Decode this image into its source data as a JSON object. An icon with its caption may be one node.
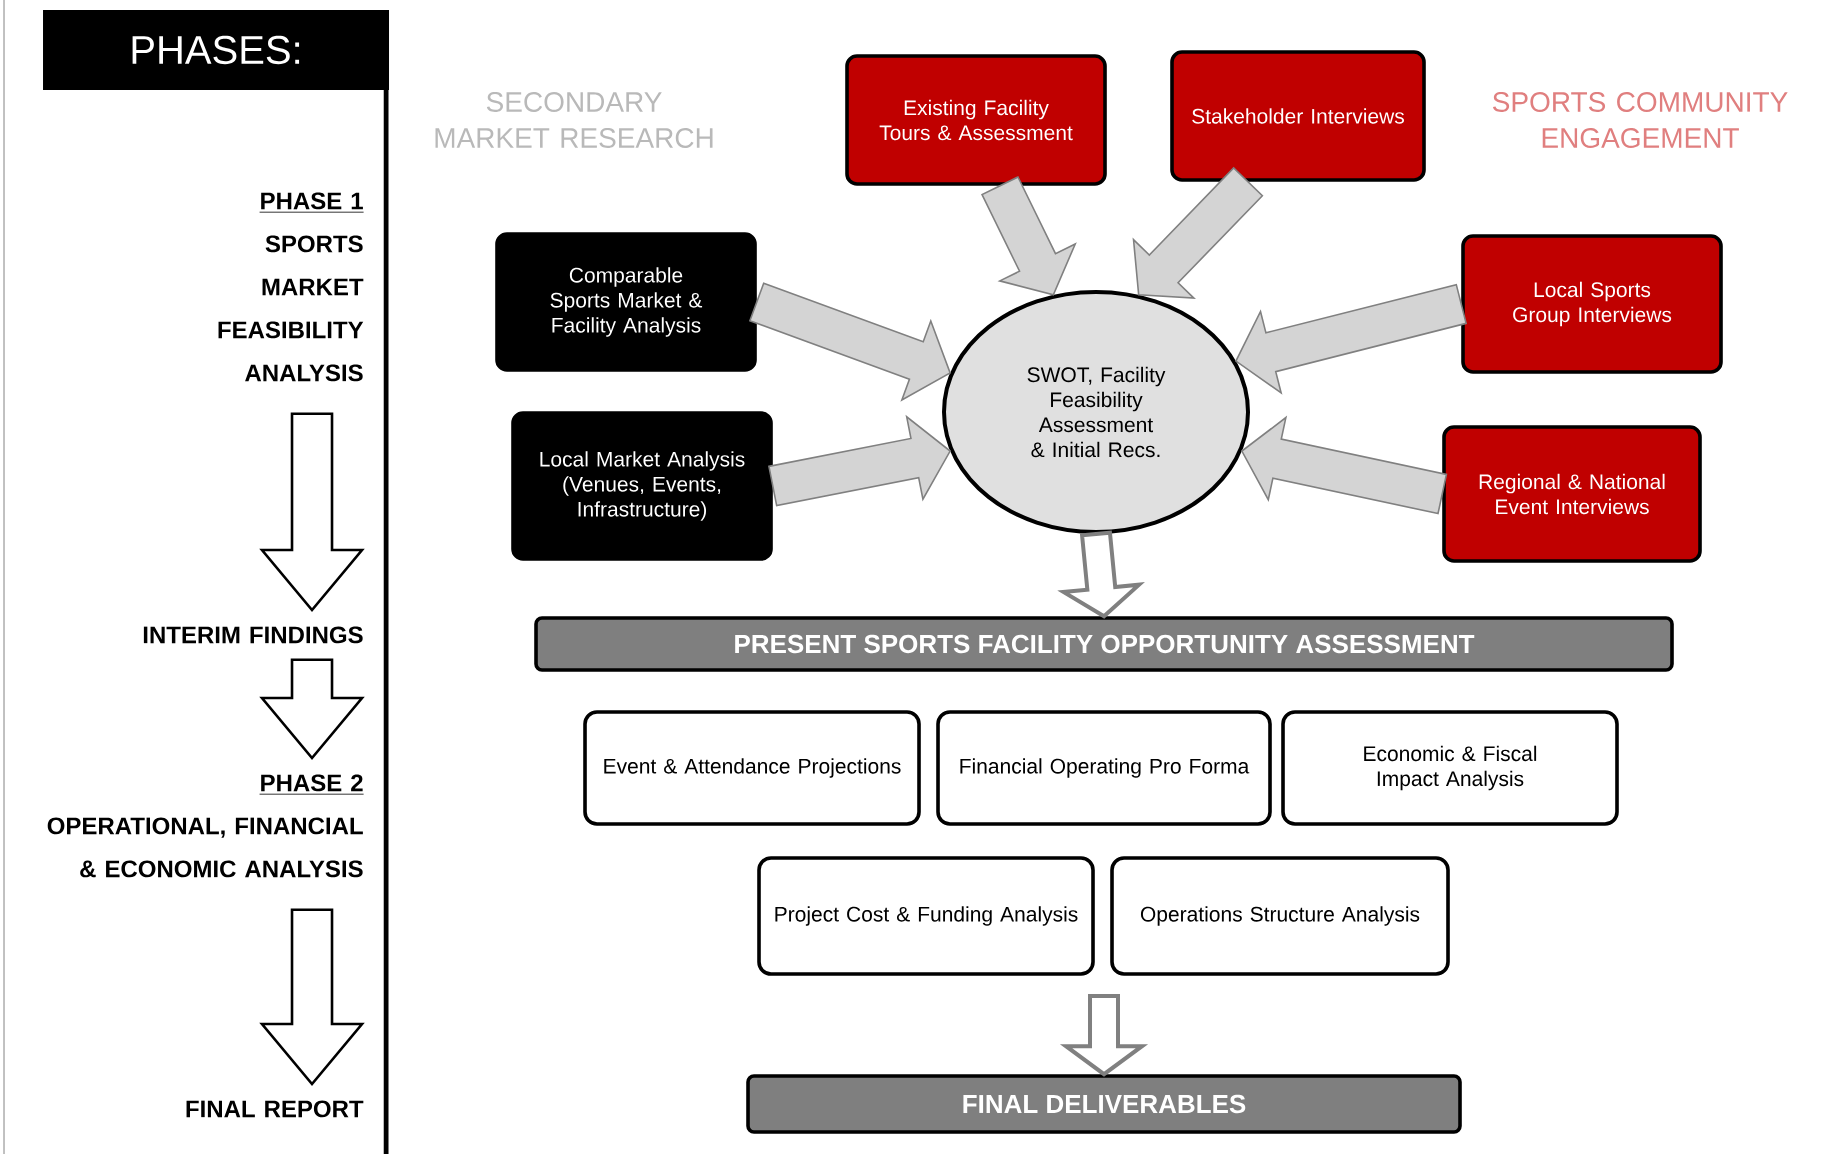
{
  "diagram": {
    "nodes": [
      {
        "text": [
          "PHASES:"
        ]
      },
      {
        "text": [
          "PHASE 1",
          "SPORTS MARKET FEASIBILITY ANALYSIS"
        ]
      },
      {
        "text": [
          "INTERIM FINDINGS"
        ]
      },
      {
        "text": [
          "PHASE 2",
          "OPERATIONAL, FINANCIAL & ECONOMIC ANALYSIS"
        ]
      },
      {
        "text": [
          "FINAL REPORT"
        ]
      },
      {
        "text": [
          "Existing Facility Tours & Assessment"
        ]
      },
      {
        "text": [
          "Stakeholder Interviews"
        ]
      },
      {
        "text": [
          "Comparable Sports Market & Facility Analysis"
        ]
      },
      {
        "text": [
          "Local Sports Group Interviews"
        ]
      },
      {
        "text": [
          "SWOT, Facility Feasibility Assessment & Initial Recs."
        ]
      },
      {
        "text": [
          "Local Market Analysis (Venues, Events, Infrastructure)"
        ]
      },
      {
        "text": [
          "Regional & National Event Interviews"
        ]
      },
      {
        "text": [
          "PRESENT SPORTS FACILITY OPPORTUNITY ASSESSMENT"
        ]
      },
      {
        "text": [
          "Event & Attendance Projections"
        ]
      },
      {
        "text": [
          "Financial Operating Pro Forma"
        ]
      },
      {
        "text": [
          "Economic & Fiscal Impact Analysis"
        ]
      },
      {
        "text": [
          "Project Cost & Funding Analysis"
        ]
      },
      {
        "text": [
          "Operations Structure Analysis"
        ]
      },
      {
        "text": [
          "FINAL DELIVERABLES"
        ]
      }
    ],
    "edges": [
      {
        "from": 1,
        "to": 2,
        "arrow": "to",
        "color": "#000000"
      },
      {
        "from": 2,
        "to": 3,
        "arrow": "to",
        "color": "#000000"
      },
      {
        "from": 3,
        "to": 4,
        "arrow": "to",
        "color": "#000000"
      },
      {
        "from": 5,
        "to": 9,
        "arrow": "to"
      },
      {
        "from": 6,
        "to": 9,
        "arrow": "to"
      },
      {
        "from": 7,
        "to": 9,
        "arrow": "to"
      },
      {
        "from": 8,
        "to": 9,
        "arrow": "to"
      },
      {
        "from": 10,
        "to": 9,
        "arrow": "to"
      },
      {
        "from": 11,
        "to": 9,
        "arrow": "to"
      },
      {
        "from": 9,
        "to": 12,
        "arrow": "to",
        "color": "#808080"
      },
      {
        "from": null,
        "to": 18,
        "arrow": "to",
        "color": "#808080"
      }
    ],
    "labels": [
      "SECONDARY MARKET RESEARCH",
      "SPORTS COMMUNITY ENGAGEMENT"
    ]
  }
}
